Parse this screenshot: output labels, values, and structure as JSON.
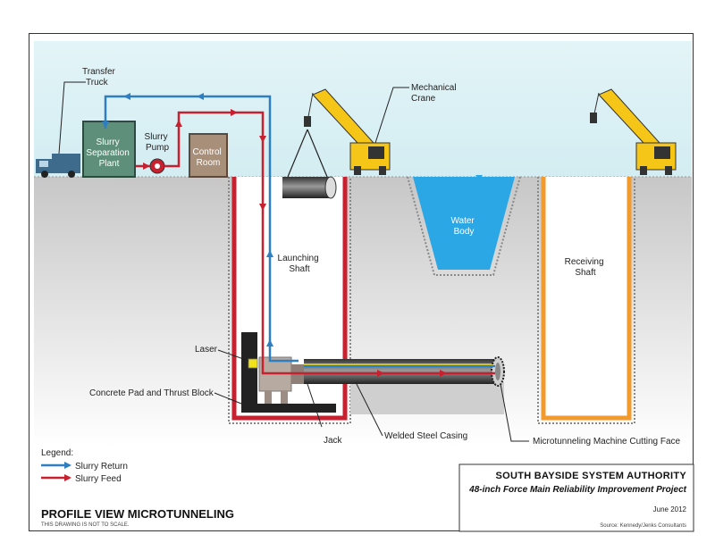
{
  "labels": {
    "transfer_truck": [
      "Transfer",
      "Truck"
    ],
    "slurry_plant": [
      "Slurry",
      "Separation",
      "Plant"
    ],
    "slurry_pump": [
      "Slurry",
      "Pump"
    ],
    "control_room": [
      "Control",
      "Room"
    ],
    "mechanical_crane": [
      "Mechanical",
      "Crane"
    ],
    "water_body": [
      "Water",
      "Body"
    ],
    "launching_shaft": [
      "Launching",
      "Shaft"
    ],
    "receiving_shaft": [
      "Receiving",
      "Shaft"
    ],
    "laser": "Laser",
    "concrete_pad": "Concrete Pad and Thrust Block",
    "jack": "Jack",
    "casing": "Welded Steel Casing",
    "cutting_face": "Microtunneling Machine Cutting Face"
  },
  "legend": {
    "title": "Legend:",
    "items": [
      {
        "label": "Slurry Return",
        "color": "#2e7fc1"
      },
      {
        "label": "Slurry Feed",
        "color": "#c8202f"
      }
    ]
  },
  "title_block": {
    "authority": "SOUTH BAYSIDE SYSTEM AUTHORITY",
    "project": "48-inch Force Main Reliability Improvement Project",
    "date": "June 2012",
    "source": "Source: Kennedy/Jenks Consultants"
  },
  "drawing_title": "PROFILE VIEW MICROTUNNELING",
  "scale_note": "THIS DRAWING IS NOT TO SCALE.",
  "colors": {
    "sky": "#dcf0f4",
    "ground": "#d6d6d6",
    "water": "#2ba7e6",
    "crane": "#f5c518",
    "plant": "#5e8f7a",
    "control_room": "#a88f7a",
    "truck": "#3e6a8c",
    "shaft_red": "#c8202f",
    "shaft_orange": "#f39a2c",
    "slurry_return": "#2e7fc1",
    "slurry_feed": "#c8202f"
  }
}
